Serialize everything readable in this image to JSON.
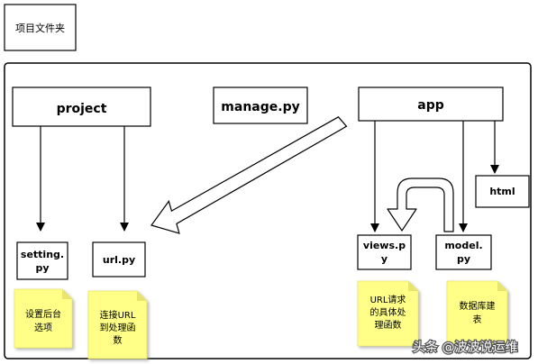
{
  "nodes": {
    "folder_label": "项目文件夹",
    "project": "project",
    "manage_py": "manage.py",
    "app": "app",
    "setting_py_line1": "setting.",
    "setting_py_line2": "py",
    "url_py": "url.py",
    "views_py_line1": "views.p",
    "views_py_line2": "y",
    "model_py_line1": "model.",
    "model_py_line2": "py",
    "html": "html"
  },
  "notes": {
    "setting_note_line1": "设置后台",
    "setting_note_line2": "选项",
    "url_note_line1": "连接URL",
    "url_note_line2": "到处理函",
    "url_note_line3": "数",
    "views_note_line1": "URL请求",
    "views_note_line2": "的具体处",
    "views_note_line3": "理函数",
    "model_note_line1": "数据库建",
    "model_note_line2": "表"
  },
  "watermark": "头条 @波波说运维",
  "colors": {
    "note_fill": "#ffff88",
    "stroke": "#000000",
    "background": "#ffffff"
  }
}
